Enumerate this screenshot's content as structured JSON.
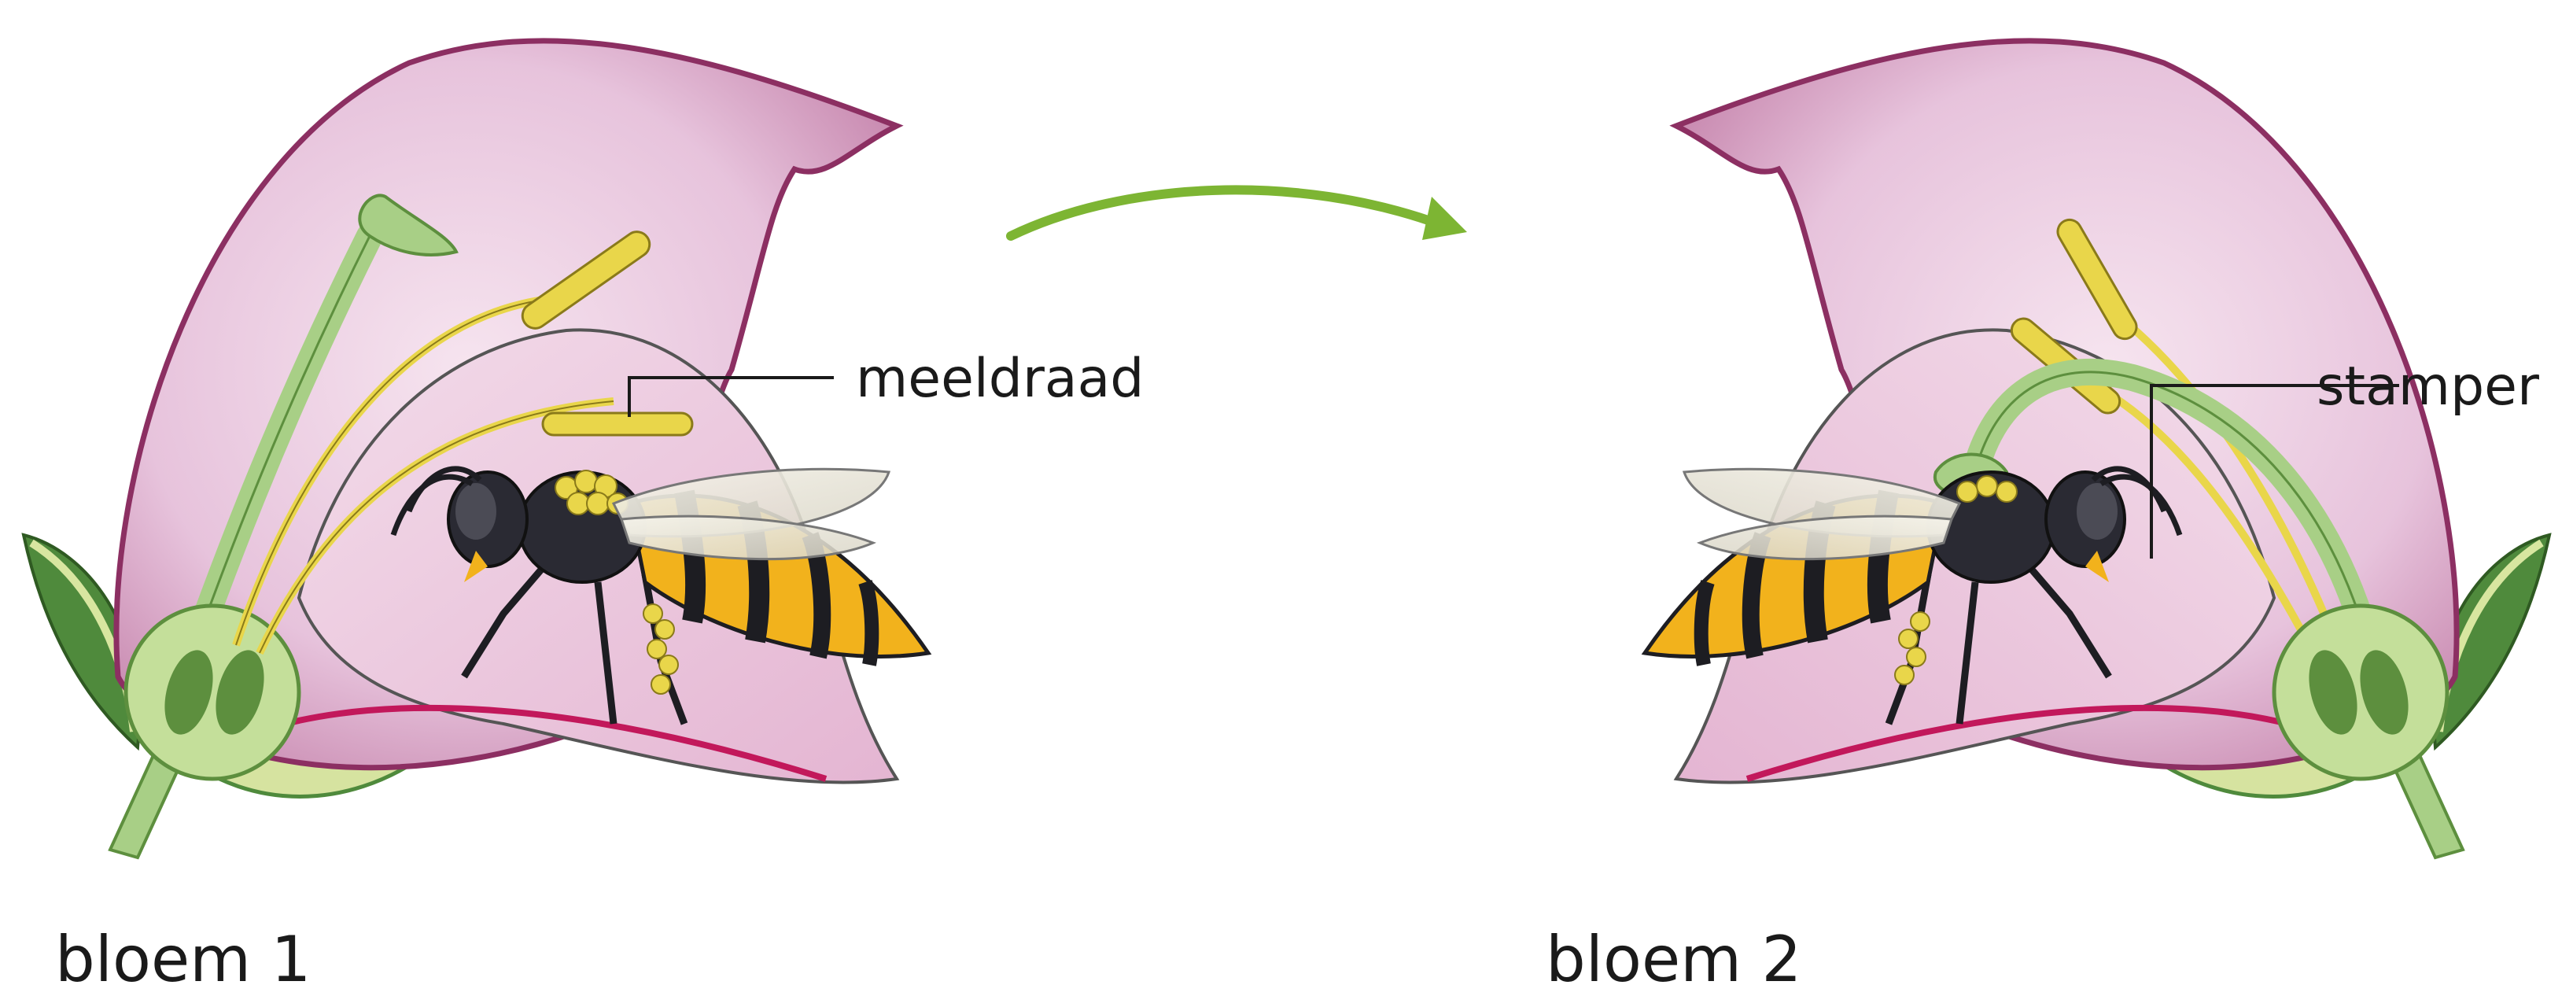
{
  "figure": {
    "flower_left": {
      "caption": "bloem 1",
      "label": "meeldraad"
    },
    "flower_right": {
      "caption": "bloem 2",
      "label": "stamper"
    },
    "arrow": {
      "direction": "left-to-right"
    }
  },
  "colors": {
    "petal": "#e7c3dc",
    "petal_dark": "#b4628f",
    "petal_edge": "#8c2f62",
    "stem": "#a8cf86",
    "stem_dark": "#5d8f3e",
    "leaf": "#4f8a3c",
    "pollen": "#e9d64a",
    "wasp_yellow": "#f2b21c",
    "wasp_black": "#1d1d22",
    "arrow": "#7db533",
    "leader_line": "#1a1a1a"
  }
}
